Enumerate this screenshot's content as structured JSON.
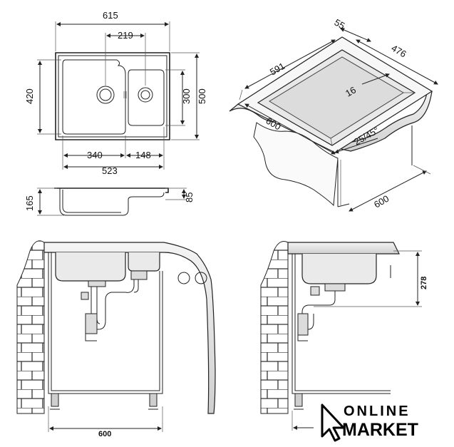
{
  "top_view": {
    "width": "615",
    "inner_offset": "219",
    "height_left": "420",
    "height_right": "500",
    "bowl_small_height": "300",
    "bowl_large_width": "340",
    "bowl_small_width": "148",
    "overall_inner_width": "523"
  },
  "side_view": {
    "depth_large": "165",
    "depth_small": "85"
  },
  "cabinet_view": {
    "edge_55": "55",
    "length_591": "591",
    "width_476": "476",
    "radius_16": "16",
    "cabinet_600": "600",
    "angle": "25/45°",
    "cabinet_depth_600": "600"
  },
  "front_section": {
    "width_600": "600"
  },
  "side_section": {
    "height_278": "278"
  },
  "logo": {
    "line1": "ONLINE",
    "line2": "MARKET"
  }
}
